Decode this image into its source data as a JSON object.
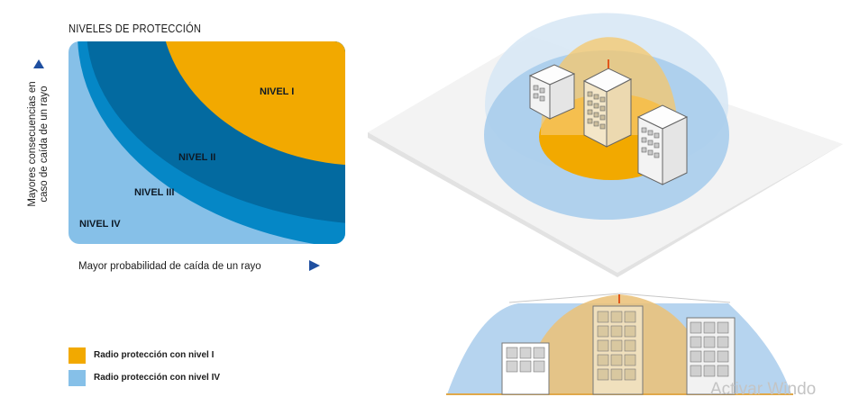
{
  "title": "NIVELES DE PROTECCIÓN",
  "levels": {
    "level_1": "NIVEL I",
    "level_2": "NIVEL II",
    "level_3": "NIVEL III",
    "level_4": "NIVEL IV"
  },
  "axes": {
    "y_label_line1": "Mayores consecuencias en",
    "y_label_line2": "caso de caída de un rayo",
    "x_label": "Mayor probabilidad de caída de un rayo"
  },
  "legend": [
    {
      "label": "Radio protección con nivel I",
      "color": "#f2a900"
    },
    {
      "label": "Radio protección con nivel IV",
      "color": "#86c0e8"
    }
  ],
  "colors": {
    "level_1": "#f2a900",
    "level_2": "#036aa0",
    "level_3": "#0587c6",
    "level_4": "#86c0e8",
    "arrow": "#1f4fa0"
  },
  "watermark": "Activar Windo"
}
